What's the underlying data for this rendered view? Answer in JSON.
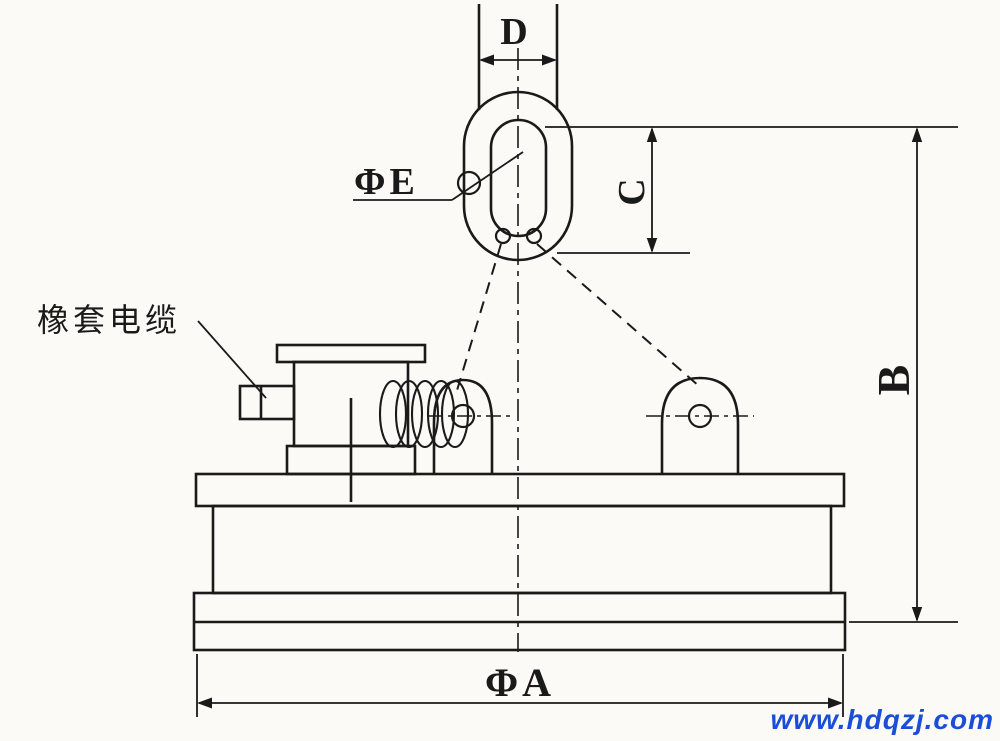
{
  "title": "lifting-electromagnet-dimension-drawing",
  "labels": {
    "d": "D",
    "c": "C",
    "b": "B",
    "phi_a": "ΦA",
    "phi_e": "ΦE",
    "cable": "橡套电缆",
    "watermark": "www.hdqzj.com"
  },
  "colors": {
    "line": "#1a1a1a",
    "background": "#fbfaf6",
    "watermark": "#1b4ed8"
  }
}
